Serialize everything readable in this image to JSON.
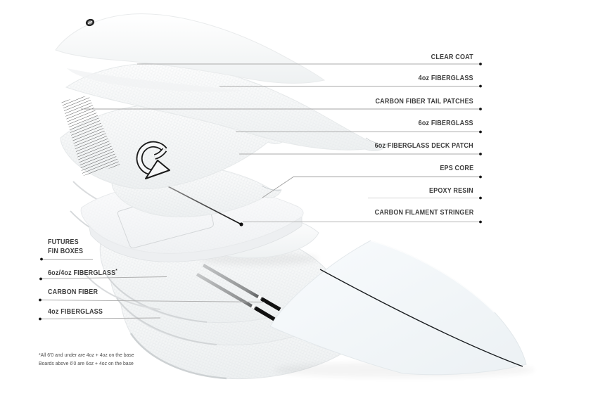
{
  "diagram": {
    "right_labels": [
      {
        "label": "CLEAR COAT"
      },
      {
        "label": "4oz FIBERGLASS"
      },
      {
        "label": "CARBON FIBER TAIL PATCHES"
      },
      {
        "label": "6oz FIBERGLASS"
      },
      {
        "label": "6oz FIBERGLASS DECK PATCH"
      },
      {
        "label": "EPS CORE"
      },
      {
        "label": "EPOXY RESIN"
      },
      {
        "label": "CARBON FILAMENT STRINGER"
      }
    ],
    "left_labels": [
      {
        "label": "FUTURES",
        "label2": "FIN BOXES"
      },
      {
        "label": "6oz/4oz FIBERGLASS",
        "sup": "*"
      },
      {
        "label": "CARBON FIBER"
      },
      {
        "label": "4oz FIBERGLASS"
      }
    ],
    "footnote": {
      "line1": "*All 6'0 and under are 4oz + 4oz on the base",
      "line2": "Boards above 6'0 are 6oz + 4oz on the base"
    },
    "icons": {
      "logo": "torq-circular-arrow-logo",
      "leash_plug": "leash-plug"
    },
    "colors": {
      "background": "#ffffff",
      "label_text": "#3d3d3d",
      "leader_line": "#ababab",
      "marker_dot": "#161616",
      "carbon_black": "#111111"
    }
  }
}
